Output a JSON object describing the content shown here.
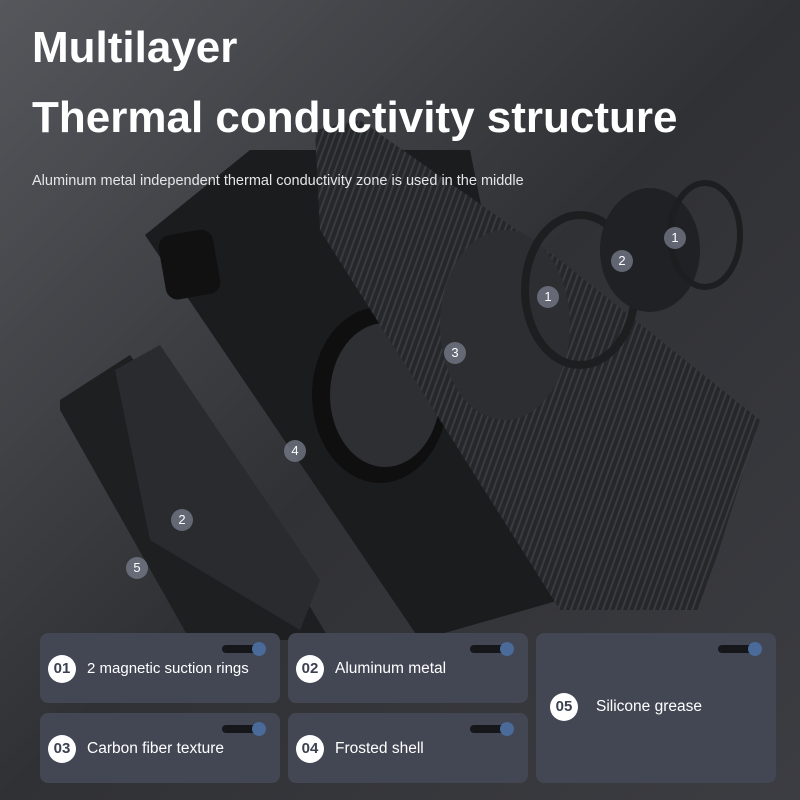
{
  "header": {
    "title_line1": "Multilayer",
    "title_line2": "Thermal conductivity structure",
    "subtitle": "Aluminum metal independent thermal conductivity zone is used in the middle"
  },
  "markers": [
    "1",
    "1",
    "2",
    "2",
    "3",
    "4",
    "5"
  ],
  "features": [
    {
      "num": "01",
      "label": "2 magnetic suction rings"
    },
    {
      "num": "02",
      "label": "Aluminum metal"
    },
    {
      "num": "03",
      "label": "Carbon fiber texture"
    },
    {
      "num": "04",
      "label": "Frosted shell"
    },
    {
      "num": "05",
      "label": "Silicone grease"
    }
  ],
  "colors": {
    "card": "#434754",
    "toggle_knob": "#4a6a9a"
  }
}
